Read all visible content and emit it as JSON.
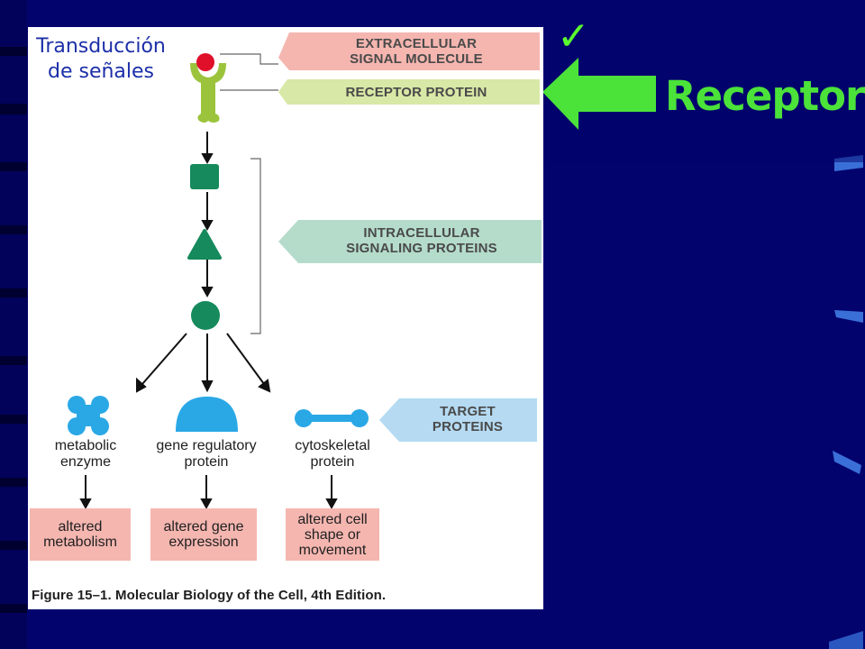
{
  "slide": {
    "title": "Transducción\nde señales",
    "callout_label": "Receptor",
    "checkmark": "✓"
  },
  "figure": {
    "labels": {
      "extracellular": "EXTRACELLULAR\nSIGNAL MOLECULE",
      "receptor_protein": "RECEPTOR PROTEIN",
      "intracellular": "INTRACELLULAR\nSIGNALING PROTEINS",
      "target": "TARGET\nPROTEINS"
    },
    "targets": [
      {
        "name": "metabolic\nenzyme",
        "outcome": "altered\nmetabolism"
      },
      {
        "name": "gene regulatory\nprotein",
        "outcome": "altered gene\nexpression"
      },
      {
        "name": "cytoskeletal\nprotein",
        "outcome": "altered cell\nshape or\nmovement"
      }
    ],
    "caption": "Figure 15–1. Molecular Biology of the Cell, 4th Edition."
  },
  "colors": {
    "background": "#03036e",
    "extracellular_label": "#f5b6b0",
    "receptor_label": "#d8e8a6",
    "intracellular_label": "#b5dccb",
    "target_label": "#b5daf2",
    "signaling_green": "#168a5c",
    "target_blue": "#2aa8e6",
    "receptor_green": "#9bc43c",
    "signal_red": "#e0102a",
    "highlight_green": "#4be23a"
  }
}
